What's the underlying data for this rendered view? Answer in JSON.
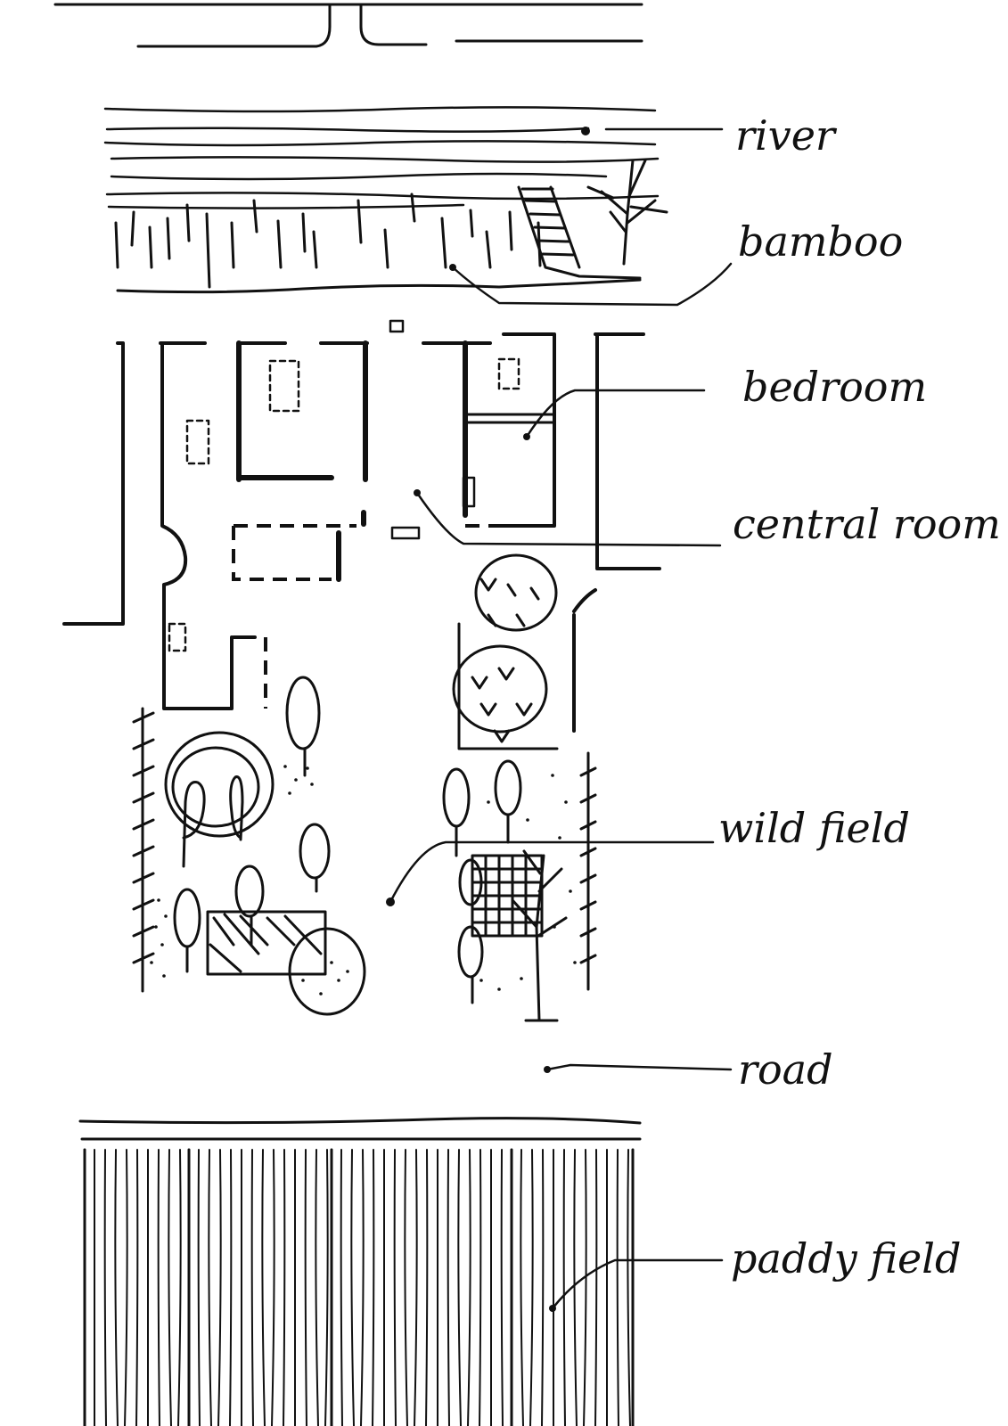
{
  "labels": {
    "river": "river",
    "bamboo": "bamboo",
    "bedroom": "bedroom",
    "central_room": "central room",
    "wild_field": "wild field",
    "road": "road",
    "paddy_field": "paddy field"
  },
  "colors": {
    "ink": "#111111",
    "paper": "#ffffff"
  }
}
